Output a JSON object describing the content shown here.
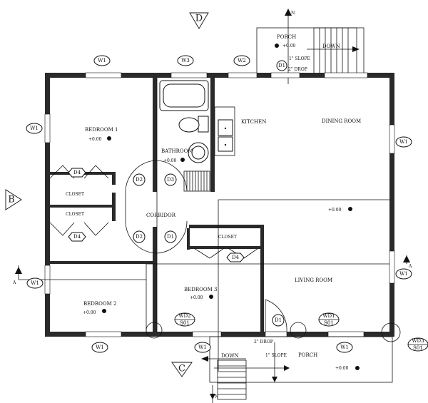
{
  "section_markers": {
    "top": "D",
    "left": "B",
    "bottom": "C",
    "section_a": "A"
  },
  "rooms": {
    "bedroom1": "BEDROOM 1",
    "bedroom2": "BEDROOM 2",
    "bedroom3": "BEDROOM 3",
    "bathroom": "BATHROOM",
    "kitchen": "KITCHEN",
    "dining": "DINING ROOM",
    "living": "LIVING ROOM",
    "corridor": "CORRIDOR",
    "closet": "CLOSET",
    "porch": "PORCH"
  },
  "levels": {
    "floor": "+0.00",
    "porch_top": "+0.00"
  },
  "door_tags": {
    "d1": "D1",
    "d2": "D2",
    "d3": "D3",
    "d4": "D4"
  },
  "window_tags": {
    "w1": "W1",
    "w2": "W2",
    "w3": "W3"
  },
  "wall_door_tags": [
    {
      "code": "WD2",
      "sub": "S01"
    },
    {
      "code": "WD1",
      "sub": "S01"
    },
    {
      "code": "WD3",
      "sub": "S01"
    }
  ],
  "porch_notes": {
    "down": "DOWN",
    "slope": "1\" SLOPE",
    "drop": "2\" DROP",
    "north": "N"
  }
}
